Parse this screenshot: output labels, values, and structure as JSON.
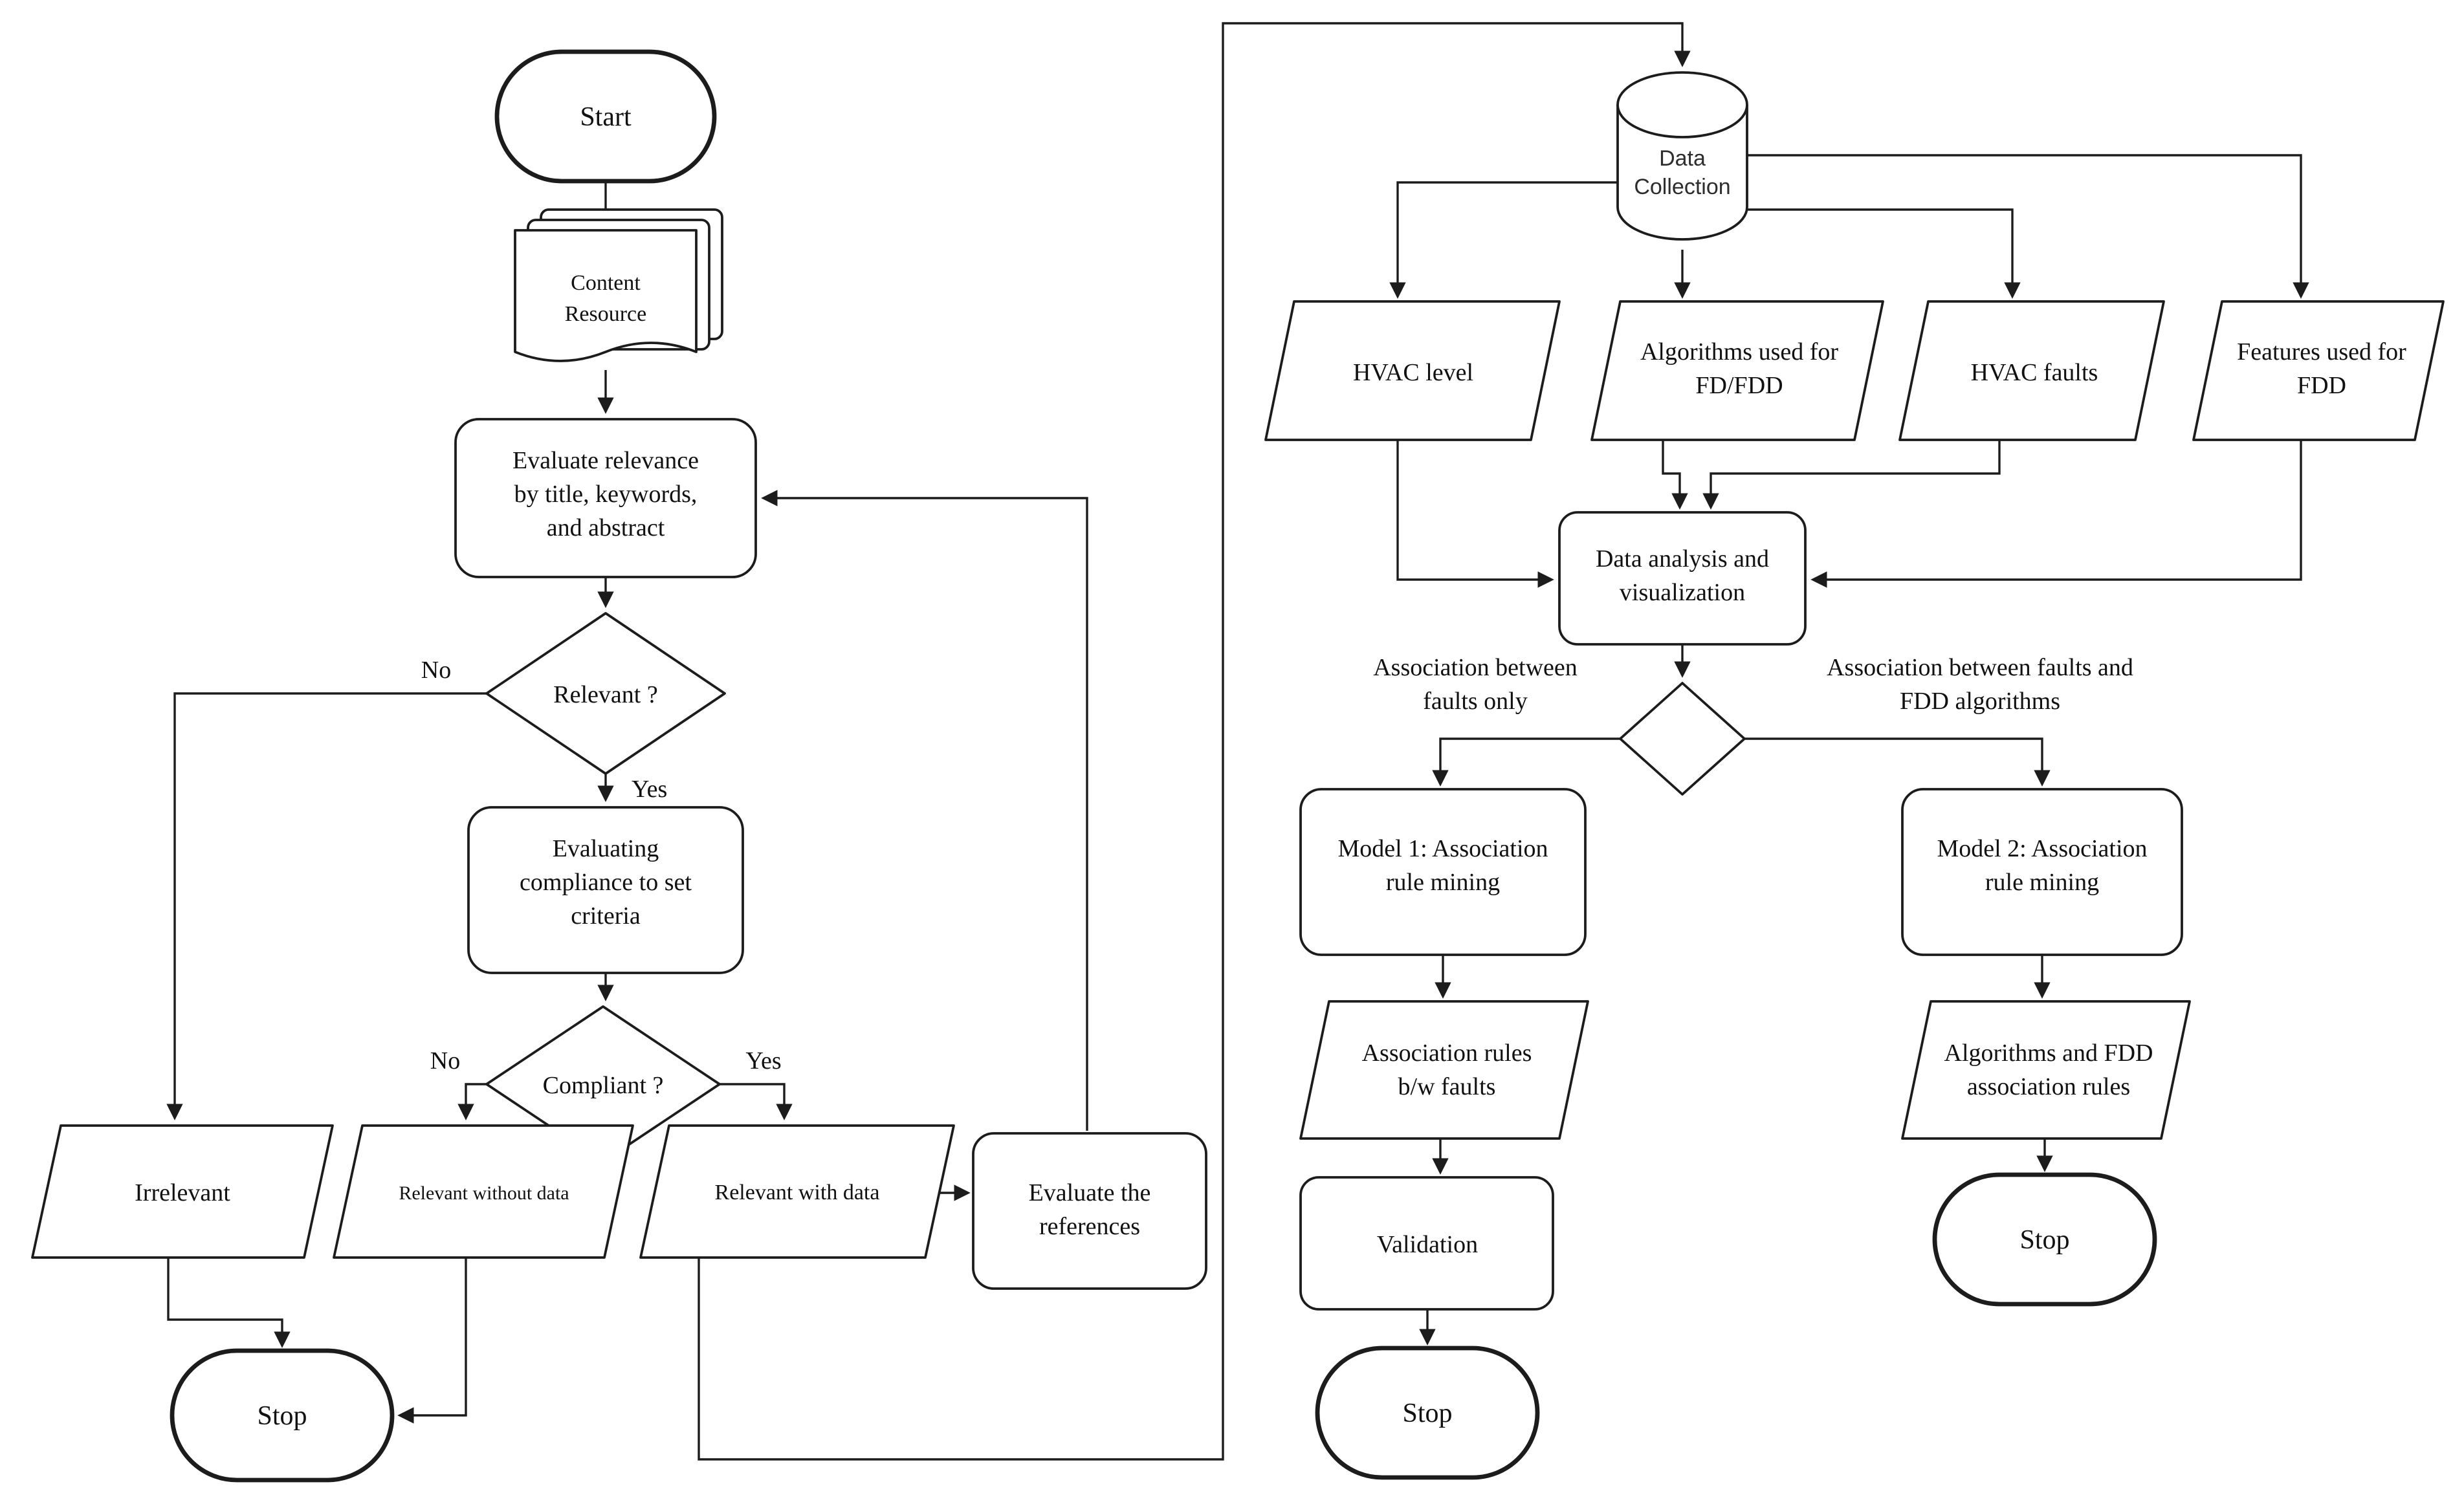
{
  "colors": {
    "stroke": "#1c1c1c",
    "fill": "#ffffff",
    "background": "#ffffff",
    "text": "#111111"
  },
  "nodes": {
    "start": {
      "label": "Start"
    },
    "content_resource": {
      "lines": [
        "Content",
        "Resource"
      ]
    },
    "evaluate_relevance": {
      "lines": [
        "Evaluate relevance",
        "by title, keywords,",
        "and abstract"
      ]
    },
    "relevant_decision": {
      "label": "Relevant ?"
    },
    "evaluating_compliance": {
      "lines": [
        "Evaluating",
        "compliance to set",
        "criteria"
      ]
    },
    "compliant_decision": {
      "label": "Compliant ?"
    },
    "irrelevant": {
      "label": "Irrelevant"
    },
    "relevant_without_data": {
      "label": "Relevant without data"
    },
    "relevant_with_data": {
      "label": "Relevant with data"
    },
    "evaluate_references": {
      "lines": [
        "Evaluate the",
        "references"
      ]
    },
    "stop_left": {
      "label": "Stop"
    },
    "data_collection": {
      "lines": [
        "Data",
        "Collection"
      ]
    },
    "hvac_level": {
      "label": "HVAC level"
    },
    "algorithms_fd_fdd": {
      "lines": [
        "Algorithms used for",
        "FD/FDD"
      ]
    },
    "hvac_faults": {
      "label": "HVAC faults"
    },
    "features_fdd": {
      "lines": [
        "Features used for",
        "FDD"
      ]
    },
    "data_analysis": {
      "lines": [
        "Data analysis and",
        "visualization"
      ]
    },
    "model1": {
      "lines": [
        "Model 1: Association",
        "rule mining"
      ]
    },
    "model2": {
      "lines": [
        "Model 2: Association",
        "rule mining"
      ]
    },
    "assoc_rules_faults": {
      "lines": [
        "Association rules",
        "b/w faults"
      ]
    },
    "algorithms_fdd_rules": {
      "lines": [
        "Algorithms and FDD",
        "association rules"
      ]
    },
    "validation": {
      "label": "Validation"
    },
    "stop_mid": {
      "label": "Stop"
    },
    "stop_right": {
      "label": "Stop"
    }
  },
  "edge_labels": {
    "relevant_no": "No",
    "relevant_yes": "Yes",
    "compliant_no": "No",
    "compliant_yes": "Yes",
    "branch_left": {
      "lines": [
        "Association between",
        "faults only"
      ]
    },
    "branch_right": {
      "lines": [
        "Association between faults and",
        "FDD algorithms"
      ]
    }
  }
}
